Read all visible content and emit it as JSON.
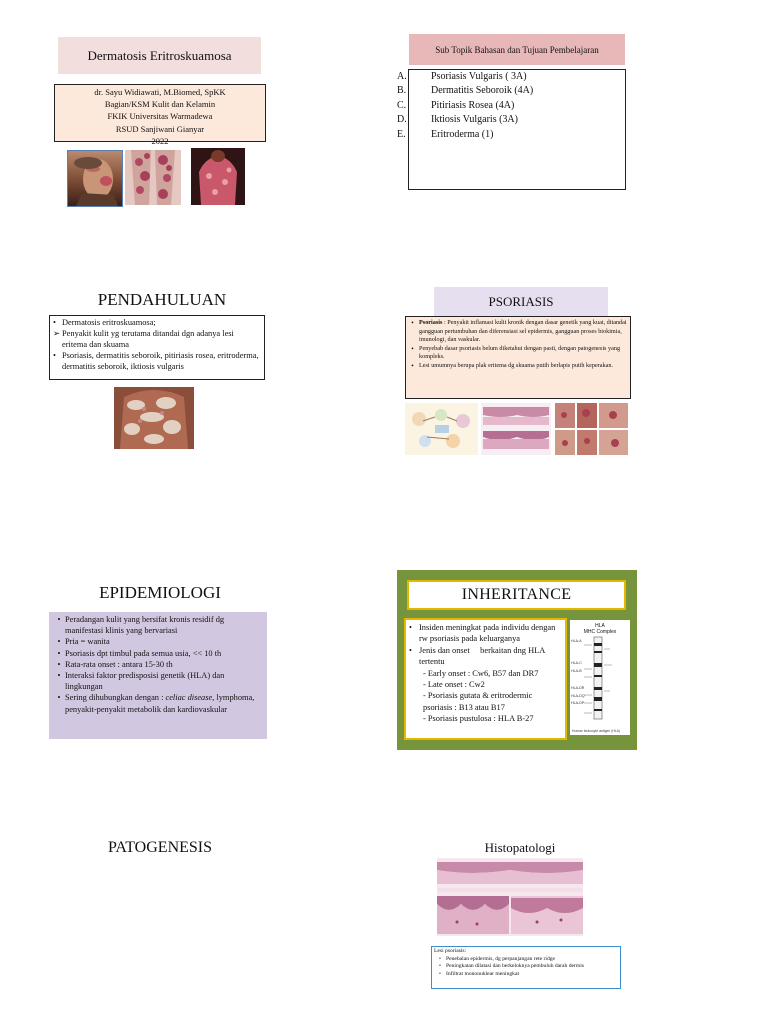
{
  "slide1": {
    "title": "Dermatosis Eritroskuamosa",
    "info": [
      "dr. Sayu Widiawati, M.Biomed, SpKK",
      "Bagian/KSM Kulit dan Kelamin",
      "FKIK Universitas Warmadewa",
      "RSUD Sanjiwani Gianyar",
      "2022"
    ]
  },
  "slide2": {
    "title": "Sub Topik Bahasan dan Tujuan Pembelajaran",
    "items": [
      {
        "letter": "A.",
        "text": "Psoriasis Vulgaris ( 3A)"
      },
      {
        "letter": "B.",
        "text": "Dermatitis Seboroik (4A)"
      },
      {
        "letter": "C.",
        "text": "Pitiriasis Rosea (4A)"
      },
      {
        "letter": "D.",
        "text": "Iktiosis Vulgaris (3A)"
      },
      {
        "letter": "E.",
        "text": "Eritroderma (1)"
      }
    ]
  },
  "slide3": {
    "title": "PENDAHULUAN",
    "bullets": [
      {
        "mark": "•",
        "text": "Dermatosis eritroskuamosa;"
      },
      {
        "mark": "➢",
        "text": "Penyakit kulit yg terutama ditandai dgn adanya lesi eritema dan skuama"
      },
      {
        "mark": "•",
        "text": "Psoriasis, dermatitis seboroik, pitiriasis rosea, eritroderma, dermatitis seboroik, iktiosis vulgaris"
      }
    ]
  },
  "slide4": {
    "title": "PSORIASIS",
    "bullets": [
      {
        "mark": "•",
        "bold": "Psoriasis",
        "text": " : Penyakit inflamasi kulit kronik dengan dasar genetik yang kuat, ditandai gangguan pertumbuhan dan diferensiasi sel epidermis, gangguan proses biokimia, imunologi, dan vaskular."
      },
      {
        "mark": "•",
        "bold": "",
        "text": "Penyebab dasar psoriasis belum diketahui dengan pasti, dengan patogenesis yang kompleks."
      },
      {
        "mark": "•",
        "bold": "",
        "text": "Lesi umumnya berupa plak eritema dg skuama putih berlapis putih keperakan."
      }
    ]
  },
  "slide5": {
    "title": "EPIDEMIOLOGI",
    "bullets": [
      {
        "text": "Peradangan kulit yang bersifat kronis residif dg manifestasi klinis yang bervariasi",
        "italic": ""
      },
      {
        "text": "Pria = wanita",
        "italic": ""
      },
      {
        "text": "Psoriasis dpt timbul pada semua usia, << 10 th",
        "italic": ""
      },
      {
        "text": "Rata-rata onset : antara 15-30 th",
        "italic": ""
      },
      {
        "text": "Interaksi faktor predisposisi genetik (HLA) dan lingkungan",
        "italic": ""
      },
      {
        "text": "Sering dihubungkan dengan : ",
        "italic": "celiac disease",
        "after": ", lymphoma, penyakit-penyakit metabolik dan kardiovaskular"
      }
    ]
  },
  "slide6": {
    "title": "INHERITANCE",
    "bullets": [
      {
        "text": "Insiden meningkat pada individu dengan rw psoriasis pada keluarganya"
      },
      {
        "text": "Jenis dan onset     berkaitan dng HLA tertentu"
      }
    ],
    "subs": [
      "- Early onset : Cw6, B57 dan DR7",
      "- Late onset : Cw2",
      "- Psoriasis gutata & eritrodermic psoriasis : B13 atau B17",
      "- Psoriasis pustulosa : HLA B-27"
    ],
    "figure": {
      "title": "HLA",
      "subtitle": "MHC Complex",
      "labels": [
        "HLA-A",
        "HLA-C",
        "HLA-B",
        "HLA-DR",
        "HLA-DQ",
        "HLA-DP"
      ],
      "caption": "Human leukocyte antigen (HLA)"
    }
  },
  "slide7": {
    "title": "PATOGENESIS"
  },
  "slide8": {
    "title": "Histopatologi",
    "box_heading": "Lesi psoriasis:",
    "bullets": [
      "Penebalan epidermis, dg perpanjangan rete ridge",
      "Peningkatan dilatasi dan berkeloknya pembuluh darah dermis",
      "Infiltrat mononuklear meningkat"
    ]
  },
  "colors": {
    "slide1_title_bg": "#f3dede",
    "slide2_title_bg": "#e8b8b8",
    "info_bg": "#fde9dc",
    "purple_box": "#d2c7e1",
    "psoriasis_title_bg": "#e5dff0",
    "inheritance_green": "#76943b",
    "inheritance_border": "#e5b800",
    "histo_border": "#3b8fd0"
  }
}
